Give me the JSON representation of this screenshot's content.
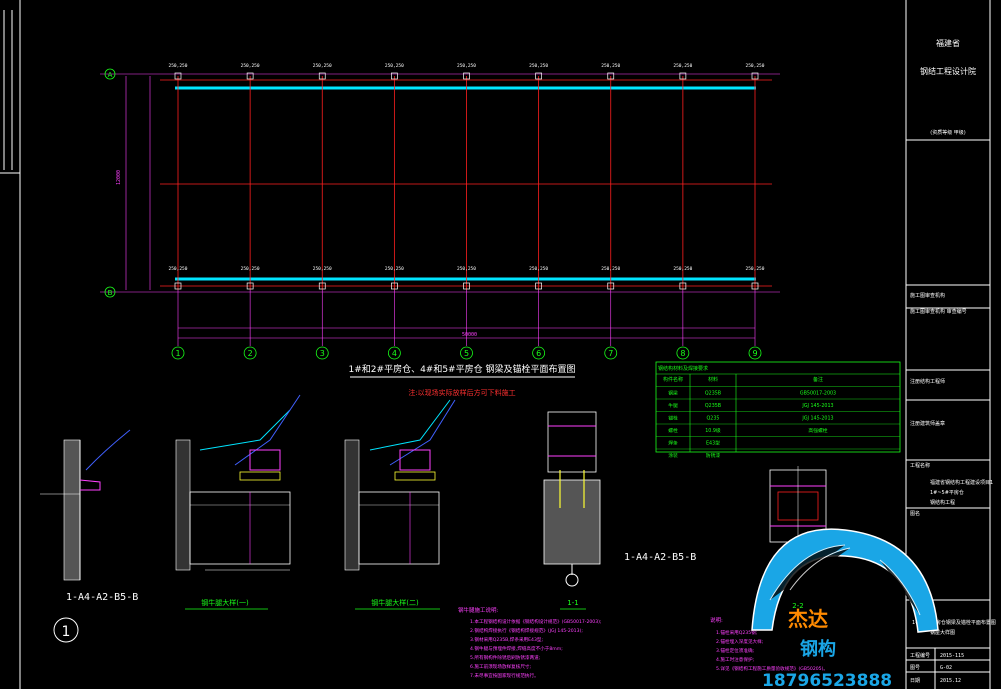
{
  "title_block": {
    "province": "福建省",
    "institute": "钢结工程设计院",
    "seal_note": "(资质等级 甲级)",
    "rows": [
      "施工图审查机构",
      "施工图审查机构 审查编号",
      "注册结构工程师",
      "注册建筑师盖章"
    ],
    "project_label": "工程名称",
    "project_name": [
      "福建省钢结构工程建设项目1",
      "1#~5#平房仓",
      "钢结构工程"
    ],
    "sheet_label": "图名",
    "sheet_name": [
      "1#~5#平房仓钢梁及锚栓平面布置图",
      "钢屋大样图"
    ],
    "drawing_no_label": "工程编号",
    "drawing_no": "2015-115",
    "sheet_no_label": "图号",
    "sheet_no": "G-02",
    "date_label": "日期",
    "date": "2015.12"
  },
  "plan": {
    "title": "1#和2#平房仓、4#和5#平房仓 钢梁及锚栓平面布置图",
    "note": "注:以现场实际放样后方可下料施工",
    "axes_numbers": [
      "1",
      "2",
      "3",
      "4",
      "5",
      "6",
      "7",
      "8",
      "9"
    ],
    "row_labels": [
      "A",
      "B"
    ],
    "top_labels": [
      "250,250",
      "250,250",
      "250,250",
      "250,250",
      "250,250",
      "250,250",
      "250,250",
      "250,250",
      "250,250"
    ],
    "bottom_labels": [
      "250,250",
      "250,250",
      "250,250",
      "250,250",
      "250,250",
      "250,250",
      "250,250",
      "250,250",
      "250,250"
    ],
    "height_dim": "12000",
    "total_dim": "50000"
  },
  "details": {
    "detail1_title": "钢牛腿大样(一)",
    "detail2_title": "钢牛腿大样(二)",
    "section11": "1-1",
    "section22": "2-2",
    "tag_left": "1-A4-A2-B5-B",
    "tag_mid": "1-A4-A2-B5-B",
    "callout": "1"
  },
  "table": {
    "header": "钢结构材料及焊接要求",
    "col_headers": [
      "构件名称",
      "材料",
      "备注"
    ],
    "rows": [
      [
        "钢梁",
        "Q235B",
        "GB50017-2003"
      ],
      [
        "牛腿",
        "Q235B",
        "JGJ 145-2013"
      ],
      [
        "锚栓",
        "Q235",
        "JGJ 145-2013"
      ],
      [
        "螺栓",
        "10.9级",
        "高强螺栓"
      ],
      [
        "焊条",
        "E43型",
        ""
      ],
      [
        "涂装",
        "防锈漆",
        ""
      ]
    ]
  },
  "notes": {
    "left_title": "钢牛腿施工说明:",
    "left_lines": [
      "1.本工程钢结构设计依据《钢结构设计规范》(GB50017-2003);",
      "2.钢结构焊接执行《钢结构焊接规范》(JGJ 145-2013);",
      "3.钢材采用Q235B,焊条采用E43型;",
      "4.钢牛腿与预埋件焊接,焊缝高度不小于8mm;",
      "5.所有钢构件除锈后刷防锈漆两道;",
      "6.施工前须现场放样复核尺寸;",
      "7.未尽事宜按国家现行规范执行。"
    ],
    "right_title": "说明:",
    "right_lines": [
      "1.锚栓采用Q235钢;",
      "2.锚栓埋入深度见大样;",
      "3.锚栓定位须准确;",
      "4.施工时注意保护;",
      "5.详见《钢结构工程施工质量验收规范》(GB50205)。"
    ]
  },
  "watermark": {
    "brand": "杰达",
    "brand2": "钢构",
    "phone": "18796523888"
  },
  "colors": {
    "background": "#000000",
    "grid_red": "#ff2020",
    "beam_cyan": "#00e5ff",
    "dim_magenta": "#ff40ff",
    "green_line": "#19ff19",
    "yellow": "#ffff33",
    "white": "#ffffff",
    "watermark_blue": "#1aa6e6",
    "watermark_orange": "#ff8a00"
  }
}
